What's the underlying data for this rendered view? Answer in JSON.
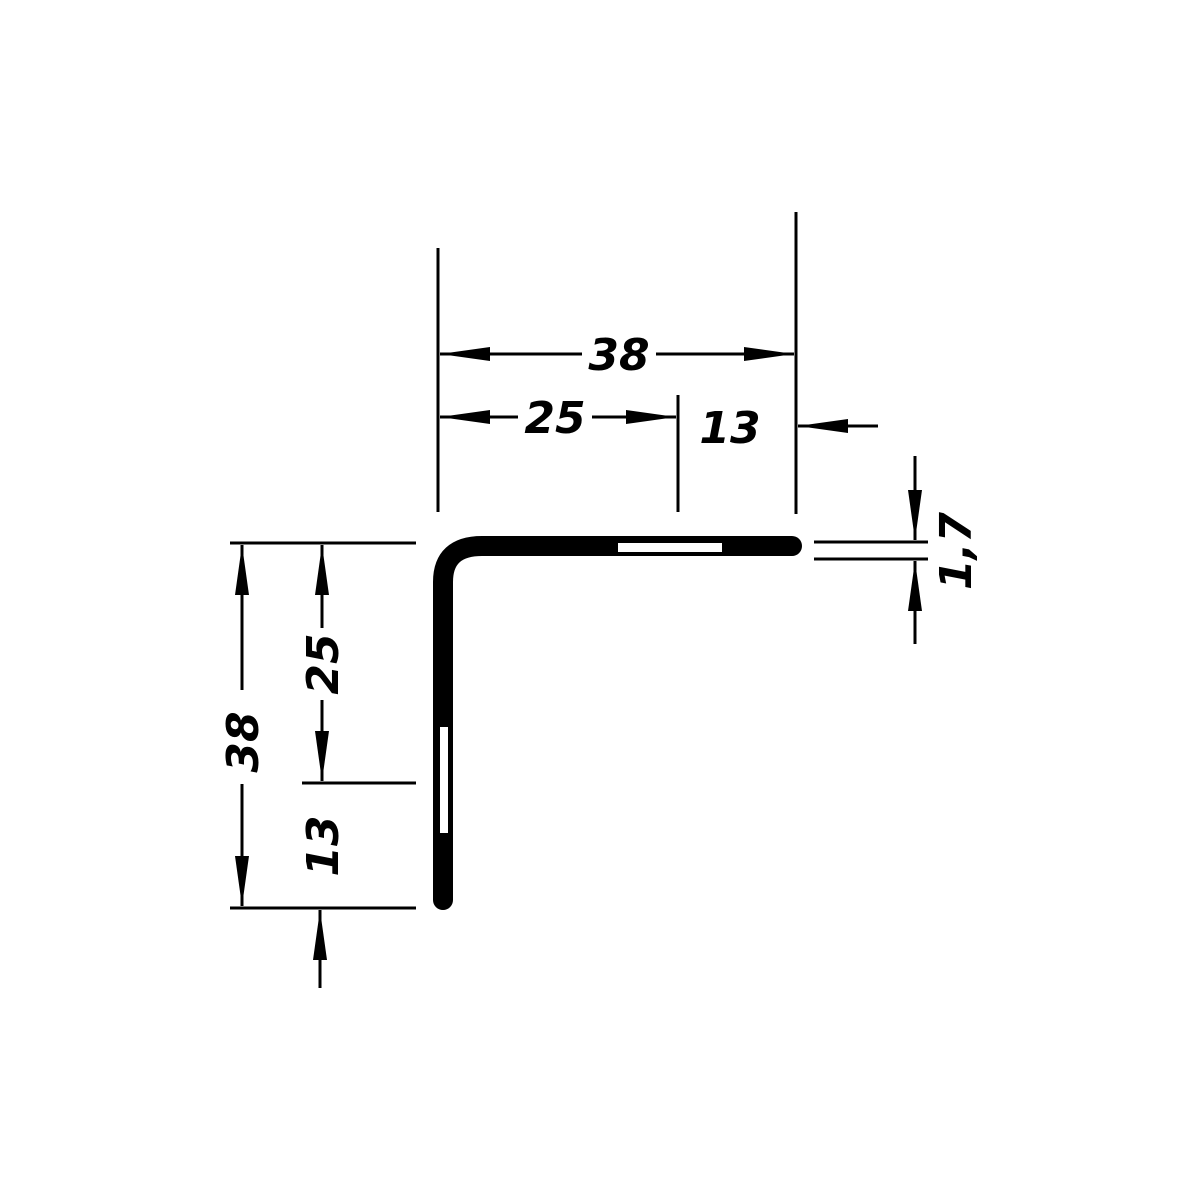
{
  "dimensions": {
    "overall_width": "38",
    "flange_width": "25",
    "remaining_width": "13",
    "overall_height": "38",
    "flange_height": "25",
    "remaining_height": "13",
    "thickness": "1,7"
  },
  "colors": {
    "ink": "#000000",
    "background": "#ffffff"
  }
}
